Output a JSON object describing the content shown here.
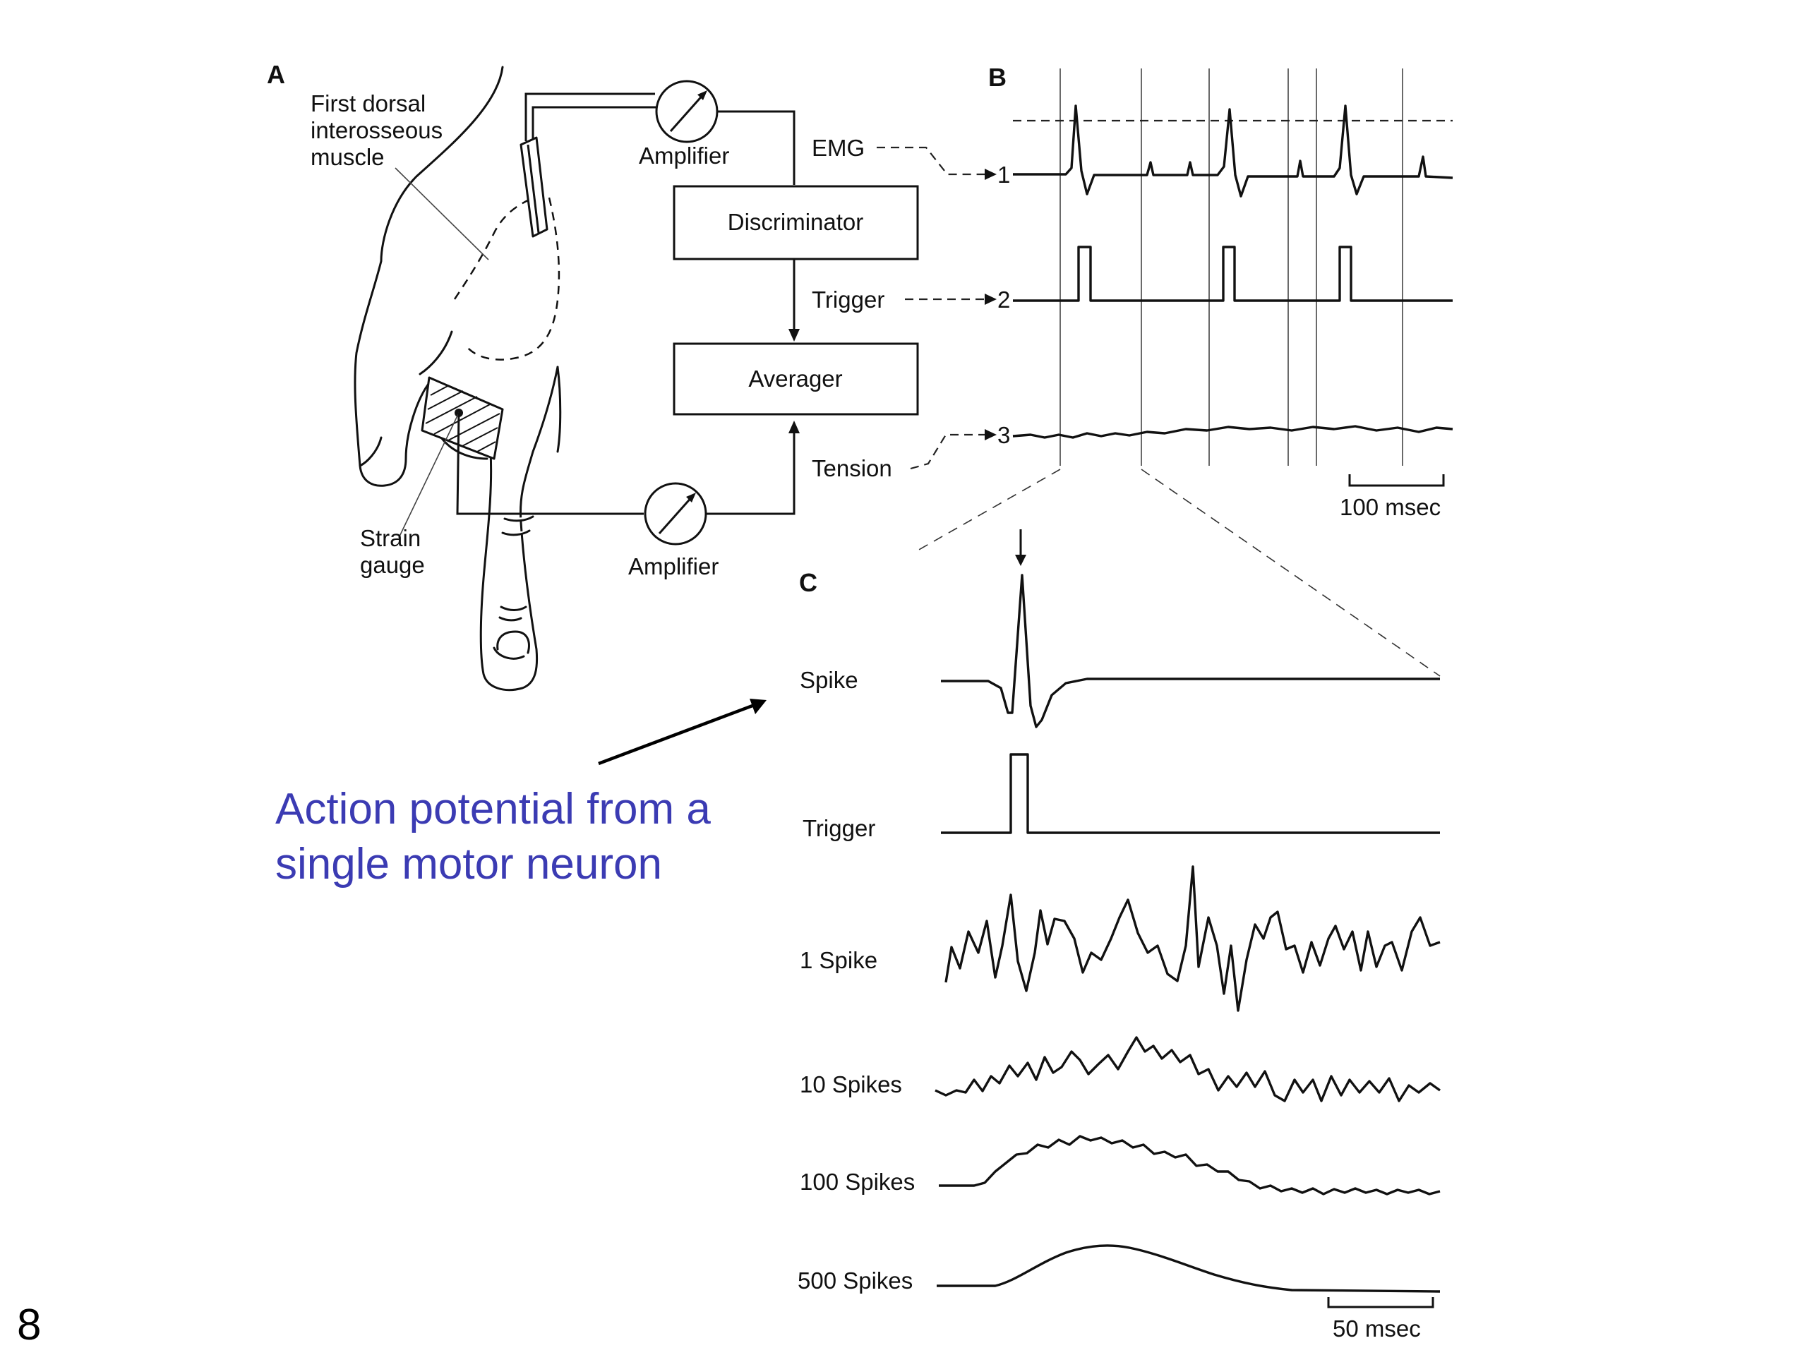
{
  "panel_a": {
    "letter": "A",
    "muscle_label": [
      "First dorsal",
      "interosseous",
      "muscle"
    ],
    "amplifier_top": "Amplifier",
    "discriminator": "Discriminator",
    "averager": "Averager",
    "amplifier_bottom": "Amplifier",
    "strain_gauge": [
      "Strain",
      "gauge"
    ],
    "emg": "EMG",
    "trigger": "Trigger",
    "tension": "Tension"
  },
  "panel_b": {
    "letter": "B",
    "trace_numbers": [
      "1",
      "2",
      "3"
    ],
    "scale_bar": "100 msec"
  },
  "panel_c": {
    "letter": "C",
    "rows": [
      "Spike",
      "Trigger",
      "1 Spike",
      "10 Spikes",
      "100 Spikes",
      "500 Spikes"
    ],
    "scale_bar": "50 msec"
  },
  "callout": {
    "line1": "Action potential from a",
    "line2": "single motor neuron",
    "color": "#3b3bb3"
  },
  "slide_number": "8"
}
